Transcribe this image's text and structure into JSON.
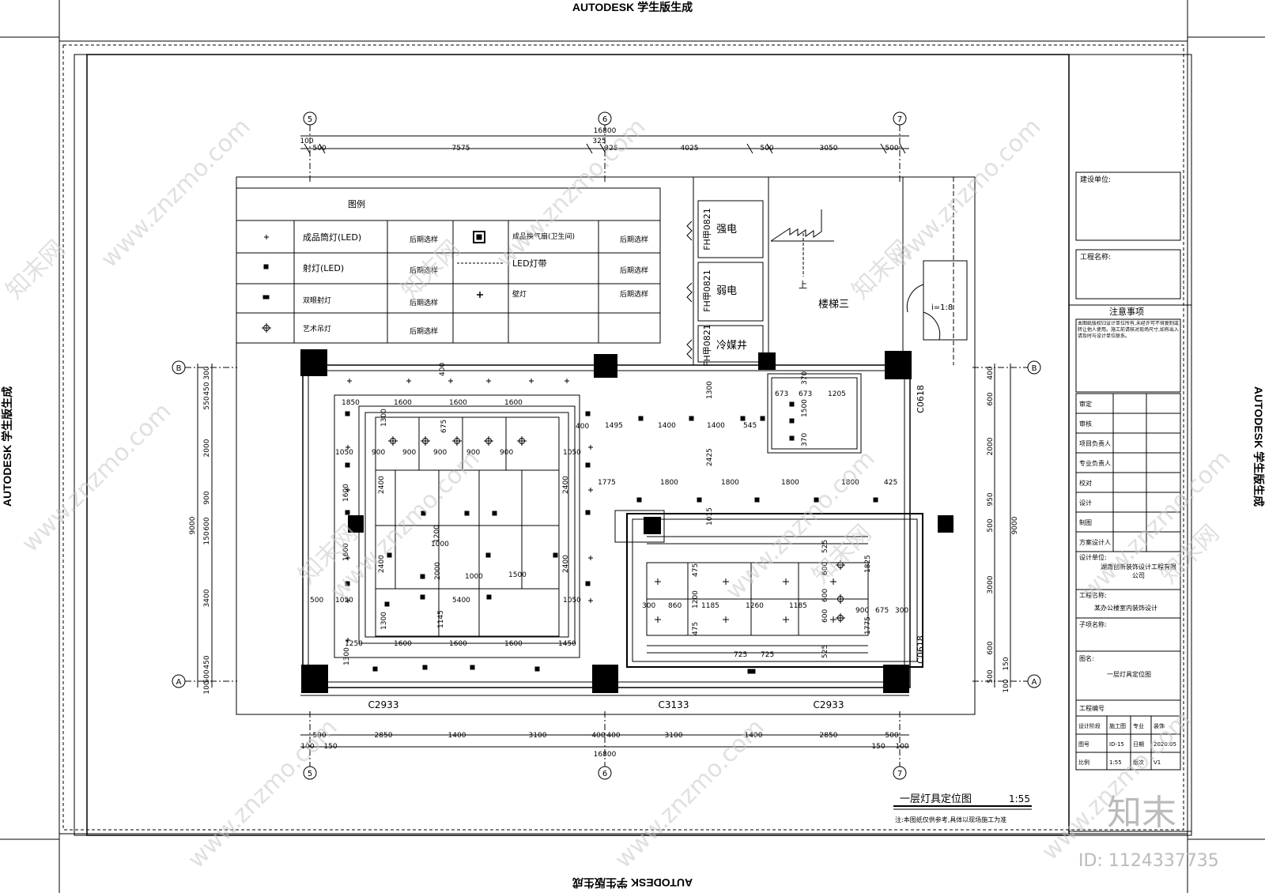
{
  "watermark": {
    "autodesk": "AUTODESK 学生版生成",
    "site": "www.znzmo.com",
    "brand": "知末网",
    "logo": "知末",
    "id_text": "ID: 1124337735"
  },
  "grid_labels": {
    "col5": "5",
    "col6": "6",
    "col7": "7",
    "rowA": "A",
    "rowB": "B"
  },
  "dims_top": {
    "total": "16800",
    "d100": "100",
    "d325a": "325",
    "d325b": "325",
    "s500a": "500",
    "s7575": "7575",
    "s4025": "4025",
    "s500b": "500",
    "s3050": "3050",
    "s500c": "500"
  },
  "dims_bottom": {
    "total": "16800",
    "d100a": "100",
    "d150a": "150",
    "d150b": "150",
    "d100b": "100",
    "s500a": "500",
    "s2850a": "2850",
    "s1400a": "1400",
    "s3100a": "3100",
    "s400a": "400",
    "s400b": "400",
    "s3100b": "3100",
    "s1400b": "1400",
    "s2850b": "2850",
    "s500b": "500"
  },
  "dims_left": {
    "total": "9000",
    "d300": "300",
    "d550": "550",
    "d450": "450",
    "d2000": "2000",
    "d900": "900",
    "d600": "600",
    "d150": "150",
    "d3400": "3400",
    "d450b": "450",
    "d100": "100",
    "d500": "500"
  },
  "dims_right": {
    "total": "9000",
    "d400": "400",
    "d600a": "600",
    "d2000": "2000",
    "d950": "950",
    "d500a": "500",
    "d3000": "3000",
    "d600b": "600",
    "d150": "150",
    "d500b": "500",
    "d100": "100"
  },
  "legend": {
    "title": "图例",
    "rows": [
      {
        "name": "成品筒灯(LED)",
        "note": "后期选样",
        "name2": "成品换气扇(卫生间)",
        "note2": "后期选样"
      },
      {
        "name": "射灯(LED)",
        "note": "后期选样",
        "name2": "LED灯带",
        "note2": "后期选样"
      },
      {
        "name": "双眼射灯",
        "note": "后期选样",
        "name2": "壁灯",
        "note2": "后期选样"
      },
      {
        "name": "艺术吊灯",
        "note": "后期选样"
      }
    ]
  },
  "rooms": {
    "strong": "强电",
    "weak": "弱电",
    "cold": "冷媒井",
    "fh1": "FH甲0821",
    "fh2": "FH甲0821",
    "fh3": "FH甲0821",
    "stair": "楼梯三",
    "up": "上",
    "slope": "i=1:8"
  },
  "windows": {
    "w1": "C2933",
    "w2": "C3133",
    "w3": "C2933",
    "c1": "C0618",
    "c2": "C0618"
  },
  "inner_dims": {
    "a1850": "1850",
    "a1600a": "1600",
    "a1600b": "1600",
    "a1600c": "1600",
    "a400a": "400",
    "a675": "675",
    "a1050a": "1050",
    "a900a": "900",
    "a900b": "900",
    "a900c": "900",
    "a900d": "900",
    "a900e": "900",
    "a1050b": "1050",
    "a2400a": "2400",
    "a2400b": "2400",
    "a1600d": "1600",
    "a1600e": "1600",
    "a1200": "1200",
    "a1000a": "1000",
    "a1000b": "1000",
    "a1500": "1500",
    "a2400c": "2400",
    "a2000": "2000",
    "a500": "500",
    "a1050c": "1050",
    "a5400": "5400",
    "a1050d": "1050",
    "a1145": "1145",
    "a1300a": "1300",
    "a1300b": "1300",
    "a1250": "1250",
    "a1600f": "1600",
    "a1600g": "1600",
    "a1600h": "1600",
    "a1450": "1450",
    "a1300c": "1300",
    "b400": "400",
    "b1495": "1495",
    "b1400a": "1400",
    "b1400b": "1400",
    "b545": "545",
    "b1300": "1300",
    "b2425": "2425",
    "b1775": "1775",
    "b1800a": "1800",
    "b1800b": "1800",
    "b1800c": "1800",
    "b1800d": "1800",
    "b425": "425",
    "b1015": "1015",
    "c673a": "673",
    "c673b": "673",
    "c1205": "1205",
    "c370a": "370",
    "c370b": "370",
    "c1500": "1500",
    "d300a": "300",
    "d860": "860",
    "d1185a": "1185",
    "d1260": "1260",
    "d1185b": "1185",
    "d475a": "475",
    "d1200": "1200",
    "d475b": "475",
    "d600a": "600",
    "d600b": "600",
    "d600c": "600",
    "d525a": "525",
    "d525b": "525",
    "d1825": "1825",
    "d1775": "1775",
    "d675": "675",
    "d300b": "300",
    "d900": "900",
    "d725a": "725",
    "d725b": "725"
  },
  "drawing_title": {
    "name": "一层灯具定位图",
    "scale": "1:55",
    "note": "注:本图纸仅供参考,具体以现场施工为准"
  },
  "title_block": {
    "field1": "建设单位:",
    "field2": "工程名称:",
    "notes_title": "注意事项",
    "notes_body": "本图纸版权归设计单位所有,未经许可不得复制或转让他人使用。施工前请核对现场尺寸,如有出入请及时与设计单位联系。",
    "roles": [
      "审定",
      "审核",
      "项目负责人",
      "专业负责人",
      "校对",
      "设计",
      "制图",
      "方案设计人"
    ],
    "design_unit_label": "设计单位:",
    "design_unit": "湖南创新装饰设计工程有限公司",
    "project_label": "工程名称:",
    "project": "某办公楼室内装饰设计",
    "sub_label": "子项名称:",
    "drawing_label": "图名:",
    "drawing": "一层灯具定位图",
    "no_label": "工程编号",
    "footer": [
      [
        "设计阶段",
        "施工图",
        "专业",
        "装饰"
      ],
      [
        "图号",
        "ID-15",
        "日期",
        "2020.05"
      ],
      [
        "比例",
        "1:55",
        "版次",
        "V1"
      ]
    ]
  }
}
